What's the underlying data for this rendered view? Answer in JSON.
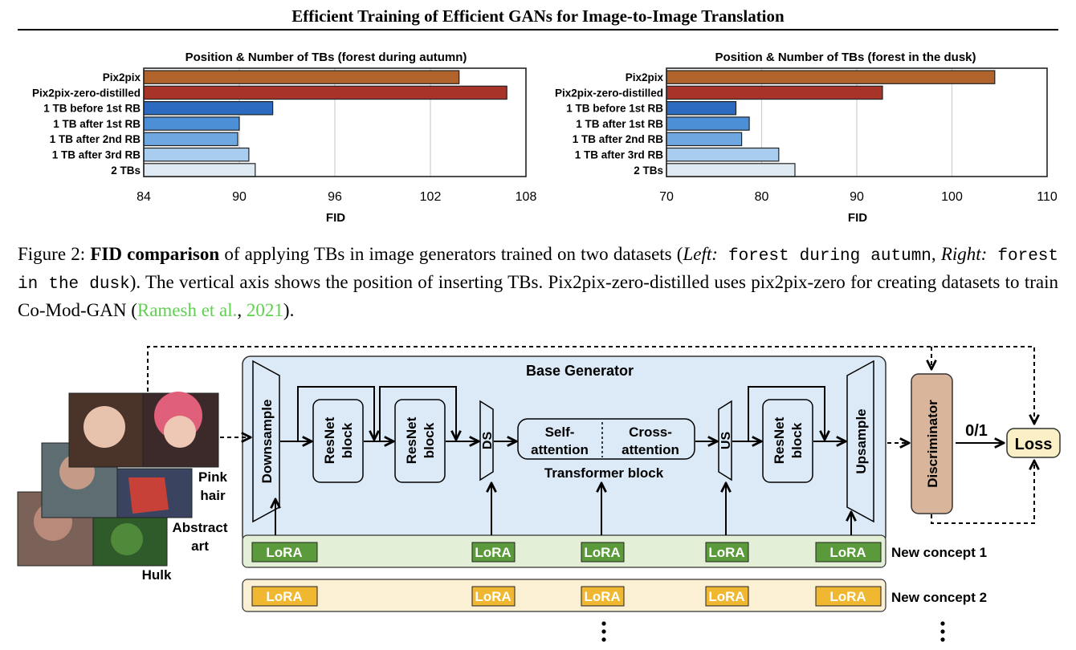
{
  "header": {
    "title": "Efficient Training of Efficient GANs for Image-to-Image Translation"
  },
  "chart_data": [
    {
      "type": "bar",
      "orientation": "horizontal",
      "title": "Position & Number of TBs (forest during autumn)",
      "xlabel": "FID",
      "ylabel": "",
      "xlim": [
        84,
        108
      ],
      "xticks": [
        84,
        90,
        96,
        102,
        108
      ],
      "grid": "vertical",
      "categories": [
        "Pix2pix",
        "Pix2pix-zero-distilled",
        "1 TB before 1st RB",
        "1 TB after 1st RB",
        "1 TB after 2nd RB",
        "1 TB after 3rd RB",
        "2 TBs"
      ],
      "values": [
        103.8,
        106.8,
        92.1,
        90.0,
        89.9,
        90.6,
        91.0
      ],
      "colors": [
        "#b0632a",
        "#a83328",
        "#2d6bc0",
        "#4d8fd6",
        "#6fa7e0",
        "#a9cdee",
        "#dfe9f3"
      ]
    },
    {
      "type": "bar",
      "orientation": "horizontal",
      "title": "Position & Number of TBs (forest in the dusk)",
      "xlabel": "FID",
      "ylabel": "",
      "xlim": [
        70,
        110
      ],
      "xticks": [
        70,
        80,
        90,
        100,
        110
      ],
      "grid": "vertical",
      "categories": [
        "Pix2pix",
        "Pix2pix-zero-distilled",
        "1 TB before 1st RB",
        "1 TB after 1st RB",
        "1 TB after 2nd RB",
        "1 TB after 3rd RB",
        "2 TBs"
      ],
      "values": [
        104.5,
        92.7,
        77.3,
        78.7,
        77.9,
        81.8,
        83.5
      ],
      "colors": [
        "#b0632a",
        "#a83328",
        "#2d6bc0",
        "#4d8fd6",
        "#6fa7e0",
        "#a9cdee",
        "#dfe9f3"
      ]
    }
  ],
  "caption": {
    "label": "Figure 2:",
    "bold": "FID comparison",
    "t1": " of applying TBs in image generators trained on two datasets (",
    "left_label": "Left:",
    "left_mono": " forest during autumn",
    "t2": ", ",
    "right_label": "Right:",
    "right_mono": " forest in the dusk",
    "t3": "). The vertical axis shows the position of inserting TBs. Pix2pix-zero-distilled uses pix2pix-zero for creating datasets to train Co-Mod-GAN (",
    "cite_author": "Ramesh et al.",
    "cite_sep": ", ",
    "cite_year": "2021",
    "t4": ")."
  },
  "diagram": {
    "base_generator": "Base Generator",
    "downsample": "Downsample",
    "resnet_block_l1": "ResNet",
    "resnet_block_l2": "block",
    "ds": "DS",
    "self_attn_l1": "Self-",
    "self_attn_l2": "attention",
    "cross_attn_l1": "Cross-",
    "cross_attn_l2": "attention",
    "transformer_block": "Transformer block",
    "us": "US",
    "upsample": "Upsample",
    "discriminator": "Discriminator",
    "binary_label": "0/1",
    "loss": "Loss",
    "lora": "LoRA",
    "new_concept_1": "New concept 1",
    "new_concept_2": "New concept 2",
    "photo_labels": {
      "pink_1": "Pink",
      "pink_2": "hair",
      "abstract_1": "Abstract",
      "abstract_2": "art",
      "hulk": "Hulk"
    },
    "colors": {
      "generator_fill": "#dce9f7",
      "concept1_fill": "#e4efd8",
      "concept2_fill": "#fbf0d4",
      "lora1": "#5a9a3a",
      "lora2": "#f0b730",
      "discriminator": "#d9b59c",
      "loss": "#fbefc6"
    }
  }
}
